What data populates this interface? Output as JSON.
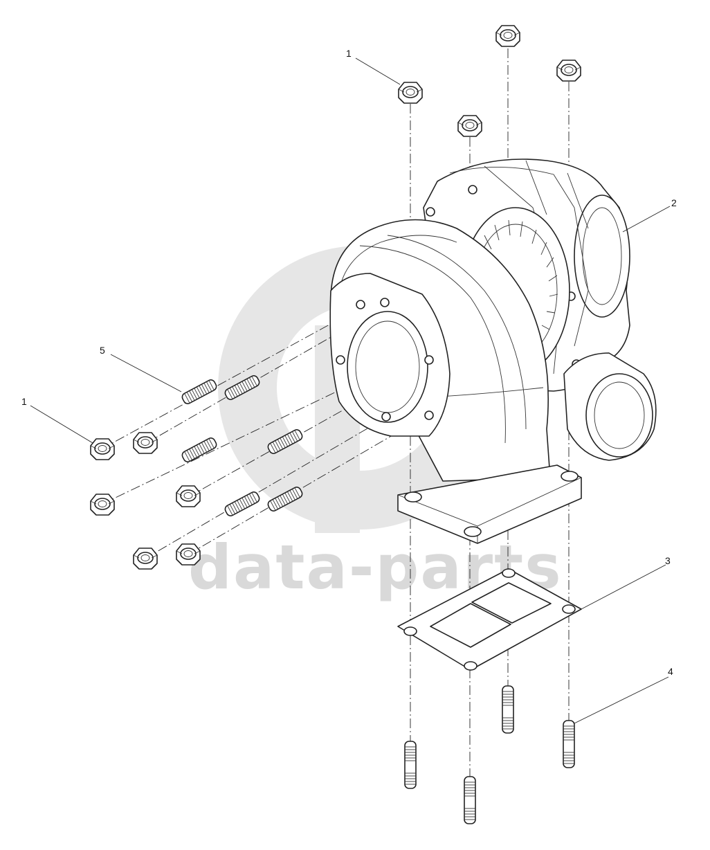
{
  "watermark": {
    "text": "data-parts",
    "color": "#d9d9d9"
  },
  "callouts": [
    {
      "id": "1-top",
      "label": "1"
    },
    {
      "id": "1-left",
      "label": "1"
    },
    {
      "id": "2",
      "label": "2"
    },
    {
      "id": "3",
      "label": "3"
    },
    {
      "id": "4",
      "label": "4"
    },
    {
      "id": "5",
      "label": "5"
    }
  ],
  "colors": {
    "line": "#222222",
    "background": "#ffffff"
  }
}
